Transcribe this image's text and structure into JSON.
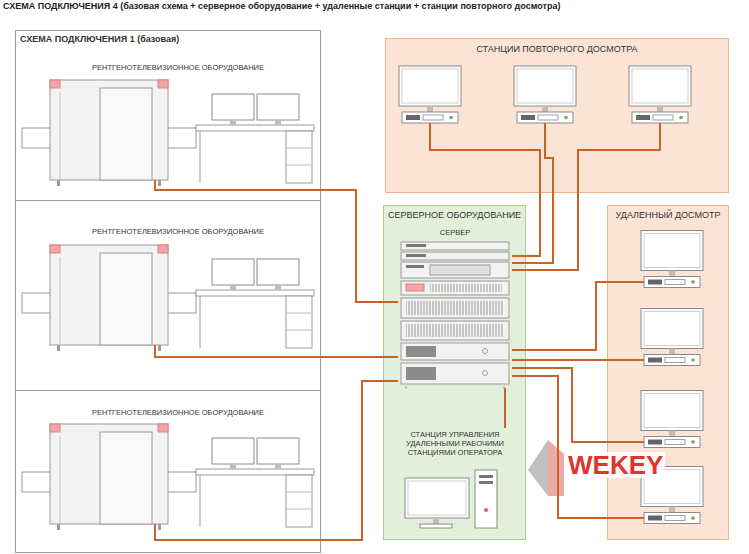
{
  "diagram": {
    "title": "СХЕМА ПОДКЛЮЧЕНИЯ 4 (базовая схема + серверное оборудование + удаленные станции + станции повторного досмотра)",
    "nodes": [
      {
        "text": [
          "СХЕМА ПОДКЛЮЧЕНИЯ 1 (базовая)"
        ]
      },
      {
        "text": [
          "РЕНТГЕНОТЕЛЕВИЗИОННОЕ ОБОРУДОВАНИЕ"
        ],
        "in": 0
      },
      {
        "text": [
          "РЕНТГЕНОТЕЛЕВИЗИОННОЕ ОБОРУДОВАНИЕ"
        ],
        "in": 0
      },
      {
        "text": [
          "РЕНТГЕНОТЕЛЕВИЗИОННОЕ ОБОРУДОВАНИЕ"
        ],
        "in": 0
      },
      {
        "text": [
          "СТАНЦИИ ПОВТОРНОГО ДОСМОТРА"
        ]
      },
      {
        "text": [
          "СЕРВЕРНОЕ ОБОРУДОВАНИЕ"
        ]
      },
      {
        "text": [
          "СЕРВЕР"
        ],
        "in": 5
      },
      {
        "text": [
          "СТАНЦИЯ УПРАВЛЕНИЯ УДАЛЕННЫМИ РАБОЧИМИ СТАНЦИЯМИ ОПЕРАТОРА"
        ],
        "in": 5
      },
      {
        "text": [
          "УДАЛЕННЫЙ ДОСМОТР"
        ]
      }
    ],
    "edges": [
      {
        "from": 1,
        "to": 6,
        "arrow": "none"
      },
      {
        "from": 2,
        "to": 6,
        "arrow": "none"
      },
      {
        "from": 3,
        "to": 6,
        "arrow": "none"
      },
      {
        "from": 6,
        "to": 4,
        "arrow": "none"
      },
      {
        "from": 6,
        "to": 4,
        "arrow": "none"
      },
      {
        "from": 6,
        "to": 4,
        "arrow": "none"
      },
      {
        "from": 6,
        "to": 8,
        "arrow": "none"
      },
      {
        "from": 6,
        "to": 8,
        "arrow": "none"
      },
      {
        "from": 6,
        "to": 8,
        "arrow": "none"
      },
      {
        "from": 6,
        "to": 8,
        "arrow": "none"
      },
      {
        "from": 6,
        "to": 7,
        "arrow": "none"
      }
    ],
    "labels": [
      "WEKEY"
    ]
  }
}
